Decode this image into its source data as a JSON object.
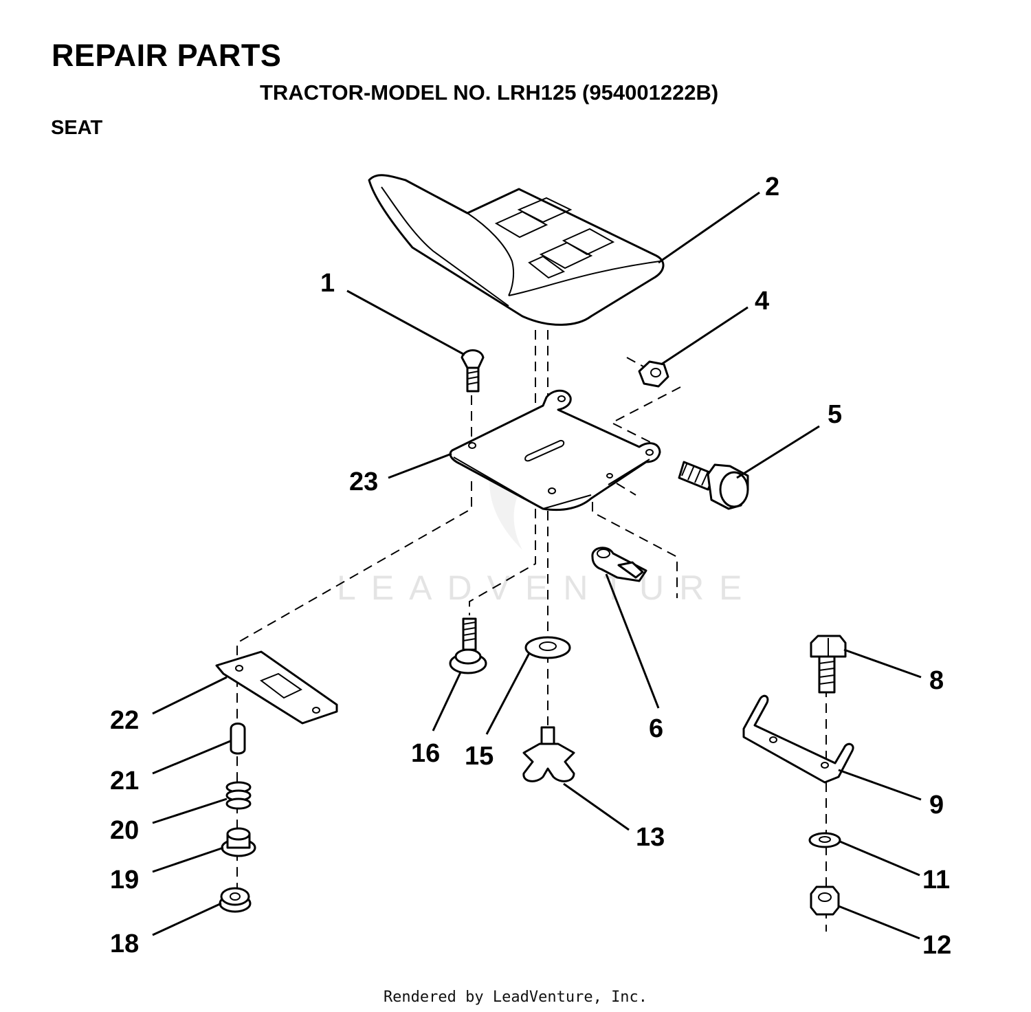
{
  "header": {
    "title": "REPAIR PARTS",
    "model": "TRACTOR-MODEL NO. LRH125 (954001222B)",
    "section": "SEAT"
  },
  "watermark": "LEADVENTURE",
  "footer": "Rendered by LeadVenture, Inc.",
  "callouts": [
    "1",
    "2",
    "4",
    "5",
    "6",
    "8",
    "9",
    "11",
    "12",
    "13",
    "15",
    "16",
    "18",
    "19",
    "20",
    "21",
    "22",
    "23"
  ]
}
